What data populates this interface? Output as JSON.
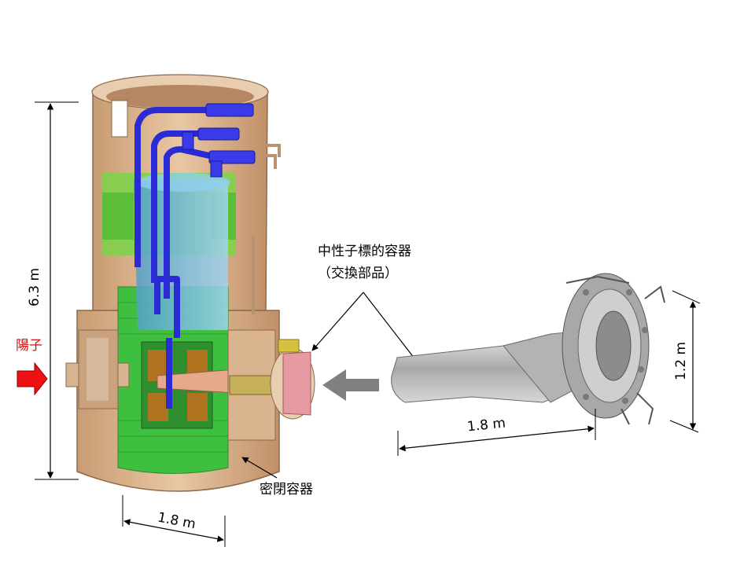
{
  "labels": {
    "proton": "陽子",
    "target_title": "中性子標的容器",
    "target_subtitle": "（交換部品）",
    "vessel": "密閉容器",
    "height_vessel": "6.3 m",
    "width_vessel": "1.8 m",
    "length_target": "1.8 m",
    "height_target": "1.2 m"
  },
  "colors": {
    "proton_arrow": "#ee1111",
    "proton_text": "#cc1111",
    "vessel_shell": "#d9b48f",
    "shield_green": "#3fbf3f",
    "pipe_blue": "#2b2bd6",
    "inner_cyan": "#6fb6d9",
    "flange_pink": "#e69aa2",
    "insert_arrow": "#808080",
    "target_metal": "#c4c4c4"
  }
}
